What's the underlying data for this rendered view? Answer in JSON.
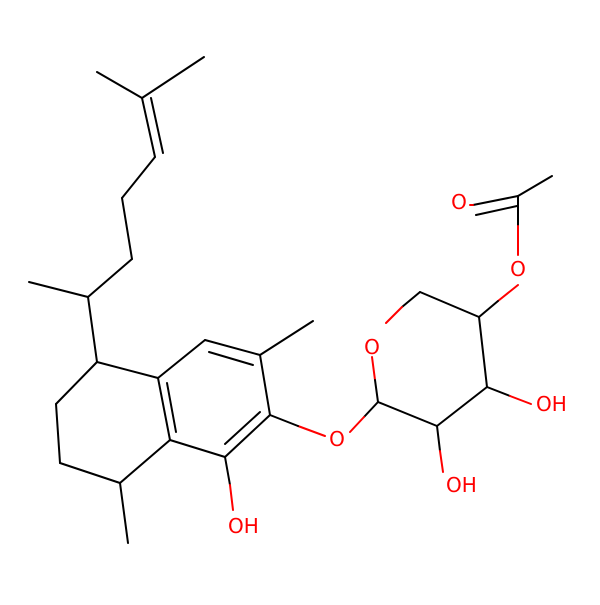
{
  "molecule": {
    "atom_labels": {
      "o_acetyl_carbonyl": "O",
      "o_acetyl_ester": "O",
      "o_ring": "O",
      "o_glycosidic": "O",
      "oh_sugar_c4": "OH",
      "oh_sugar_c3": "OH",
      "oh_phenol": "OH"
    },
    "colors": {
      "bond": "#000000",
      "oxygen": "#ff0000",
      "background": "#ffffff"
    }
  }
}
